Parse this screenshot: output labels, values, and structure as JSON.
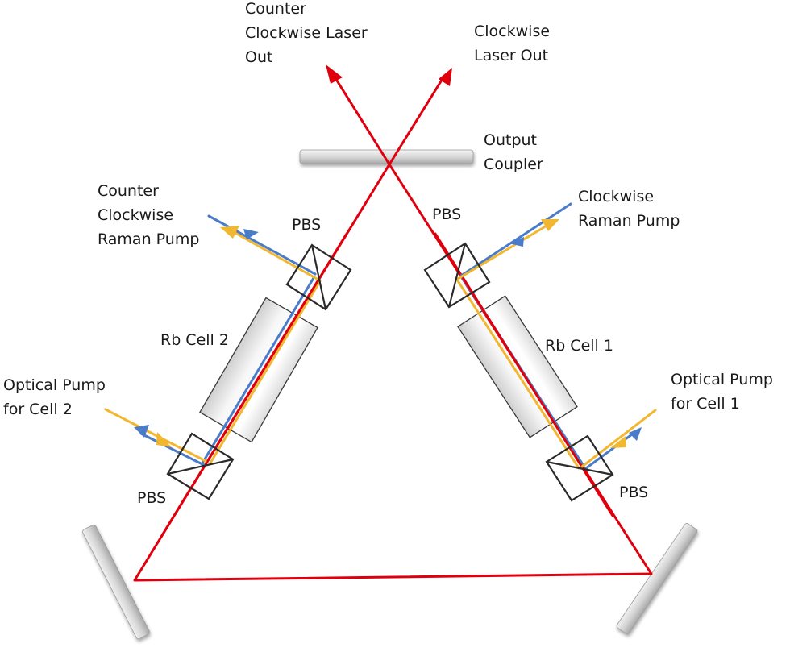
{
  "diagram": {
    "title": "Ring laser with Rb cells and polarizing beam splitters",
    "colors": {
      "laser": "#e0000d",
      "raman_pump": "#4a7cc9",
      "optical_pump": "#f2b731",
      "optic_outline": "#2a2a2a",
      "mirror_fill": "#d6d6d6"
    },
    "labels": {
      "ccw_laser_out": "Counter\nClockwise Laser\nOut",
      "cw_laser_out": "Clockwise\nLaser Out",
      "output_coupler": "Output\nCoupler",
      "ccw_raman_pump": "Counter\nClockwise\nRaman Pump",
      "cw_raman_pump": "Clockwise\nRaman Pump",
      "rb_cell_2": "Rb Cell 2",
      "rb_cell_1": "Rb Cell 1",
      "optical_pump_cell_2": "Optical Pump\nfor Cell 2",
      "optical_pump_cell_1": "Optical Pump\nfor Cell 1",
      "pbs_top_left": "PBS",
      "pbs_top_right": "PBS",
      "pbs_bottom_left": "PBS",
      "pbs_bottom_right": "PBS"
    },
    "components": [
      {
        "id": "output-coupler",
        "type": "mirror",
        "label": "Output Coupler"
      },
      {
        "id": "mirror-left",
        "type": "mirror"
      },
      {
        "id": "mirror-right",
        "type": "mirror"
      },
      {
        "id": "rb-cell-1",
        "type": "vapor-cell",
        "label": "Rb Cell 1"
      },
      {
        "id": "rb-cell-2",
        "type": "vapor-cell",
        "label": "Rb Cell 2"
      },
      {
        "id": "pbs-top-left",
        "type": "polarizing-beam-splitter",
        "label": "PBS"
      },
      {
        "id": "pbs-top-right",
        "type": "polarizing-beam-splitter",
        "label": "PBS"
      },
      {
        "id": "pbs-bottom-left",
        "type": "polarizing-beam-splitter",
        "label": "PBS"
      },
      {
        "id": "pbs-bottom-right",
        "type": "polarizing-beam-splitter",
        "label": "PBS"
      }
    ],
    "beams": [
      {
        "id": "ccw-laser",
        "color_key": "laser",
        "label": "Counter Clockwise Laser Out"
      },
      {
        "id": "cw-laser",
        "color_key": "laser",
        "label": "Clockwise Laser Out"
      },
      {
        "id": "ccw-raman-pump",
        "color_key": "raman_pump",
        "label": "Counter Clockwise Raman Pump"
      },
      {
        "id": "cw-raman-pump",
        "color_key": "raman_pump",
        "label": "Clockwise Raman Pump"
      },
      {
        "id": "optical-pump-cell-2",
        "color_key": "optical_pump",
        "label": "Optical Pump for Cell 2"
      },
      {
        "id": "optical-pump-cell-1",
        "color_key": "optical_pump",
        "label": "Optical Pump for Cell 1"
      }
    ]
  }
}
